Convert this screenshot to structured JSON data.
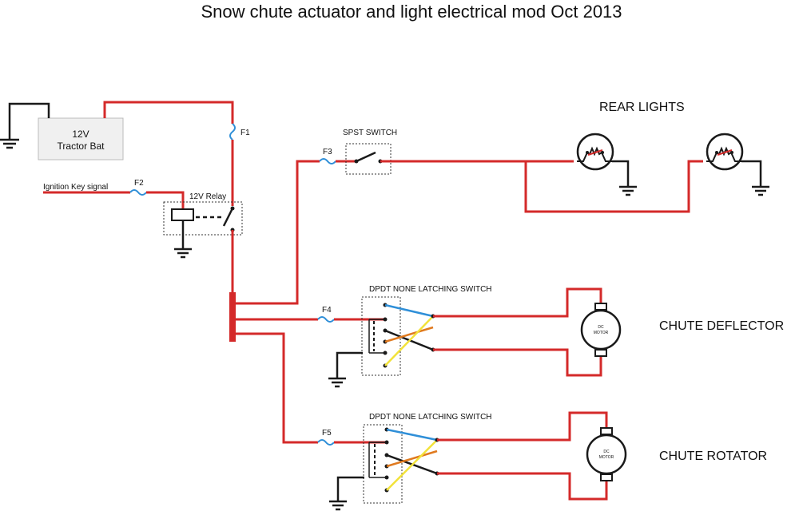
{
  "title": "Snow chute actuator and light electrical mod Oct 2013",
  "battery": {
    "line1": "12V",
    "line2": "Tractor Bat"
  },
  "ignition_label": "Ignition Key signal",
  "relay_label": "12V Relay",
  "fuses": {
    "f1": "F1",
    "f2": "F2",
    "f3": "F3",
    "f4": "F4",
    "f5": "F5"
  },
  "spst_label": "SPST SWITCH",
  "rear_lights_label": "REAR LIGHTS",
  "dpdt_label_1": "DPDT NONE LATCHING SWITCH",
  "dpdt_label_2": "DPDT NONE LATCHING SWITCH",
  "motor_text": {
    "line1": "DC",
    "line2": "MOTOR"
  },
  "deflector_label": "CHUTE DEFLECTOR",
  "rotator_label": "CHUTE ROTATOR",
  "colors": {
    "wire_power": "#d42a2a",
    "wire_ground": "#1a1a1a",
    "fuse": "#2f8fd8",
    "wire_blue": "#2f8fd8",
    "wire_orange": "#e07a1f",
    "wire_yellow": "#f2e23a"
  }
}
